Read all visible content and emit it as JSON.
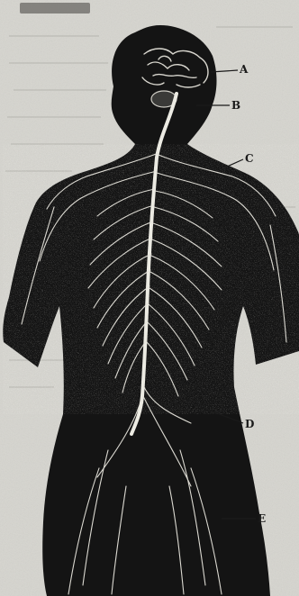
{
  "labels": {
    "a": "A",
    "b": "B",
    "c": "C",
    "d": "D",
    "e": "E"
  },
  "colors": {
    "paper": "#d6d5cf",
    "ink": "#141414",
    "nerve": "#e9e7df"
  }
}
